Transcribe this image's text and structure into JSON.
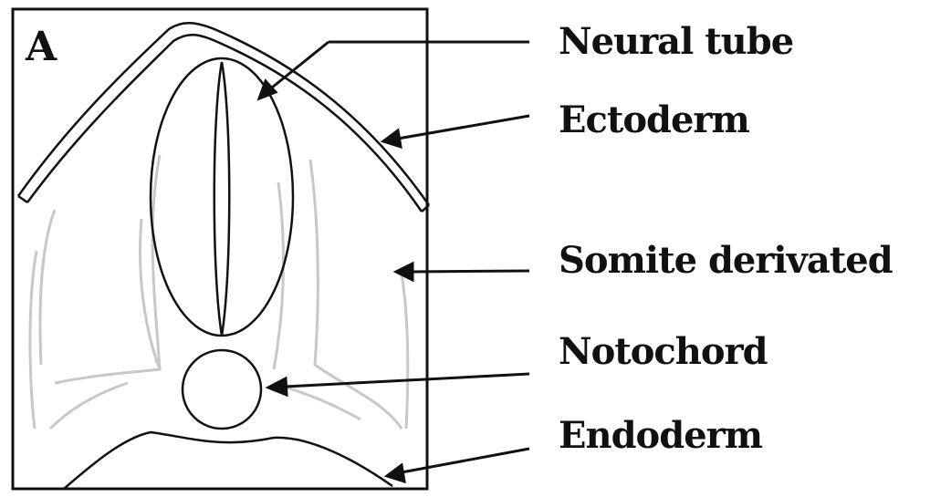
{
  "panel_letter": "A",
  "labels": {
    "neural_tube": "Neural tube",
    "ectoderm": "Ectoderm",
    "somite": "Somite derivated",
    "notochord": "Notochord",
    "endoderm": "Endoderm"
  },
  "colors": {
    "line": "#111111",
    "faint_line": "#c8c8c8",
    "background": "#ffffff"
  }
}
